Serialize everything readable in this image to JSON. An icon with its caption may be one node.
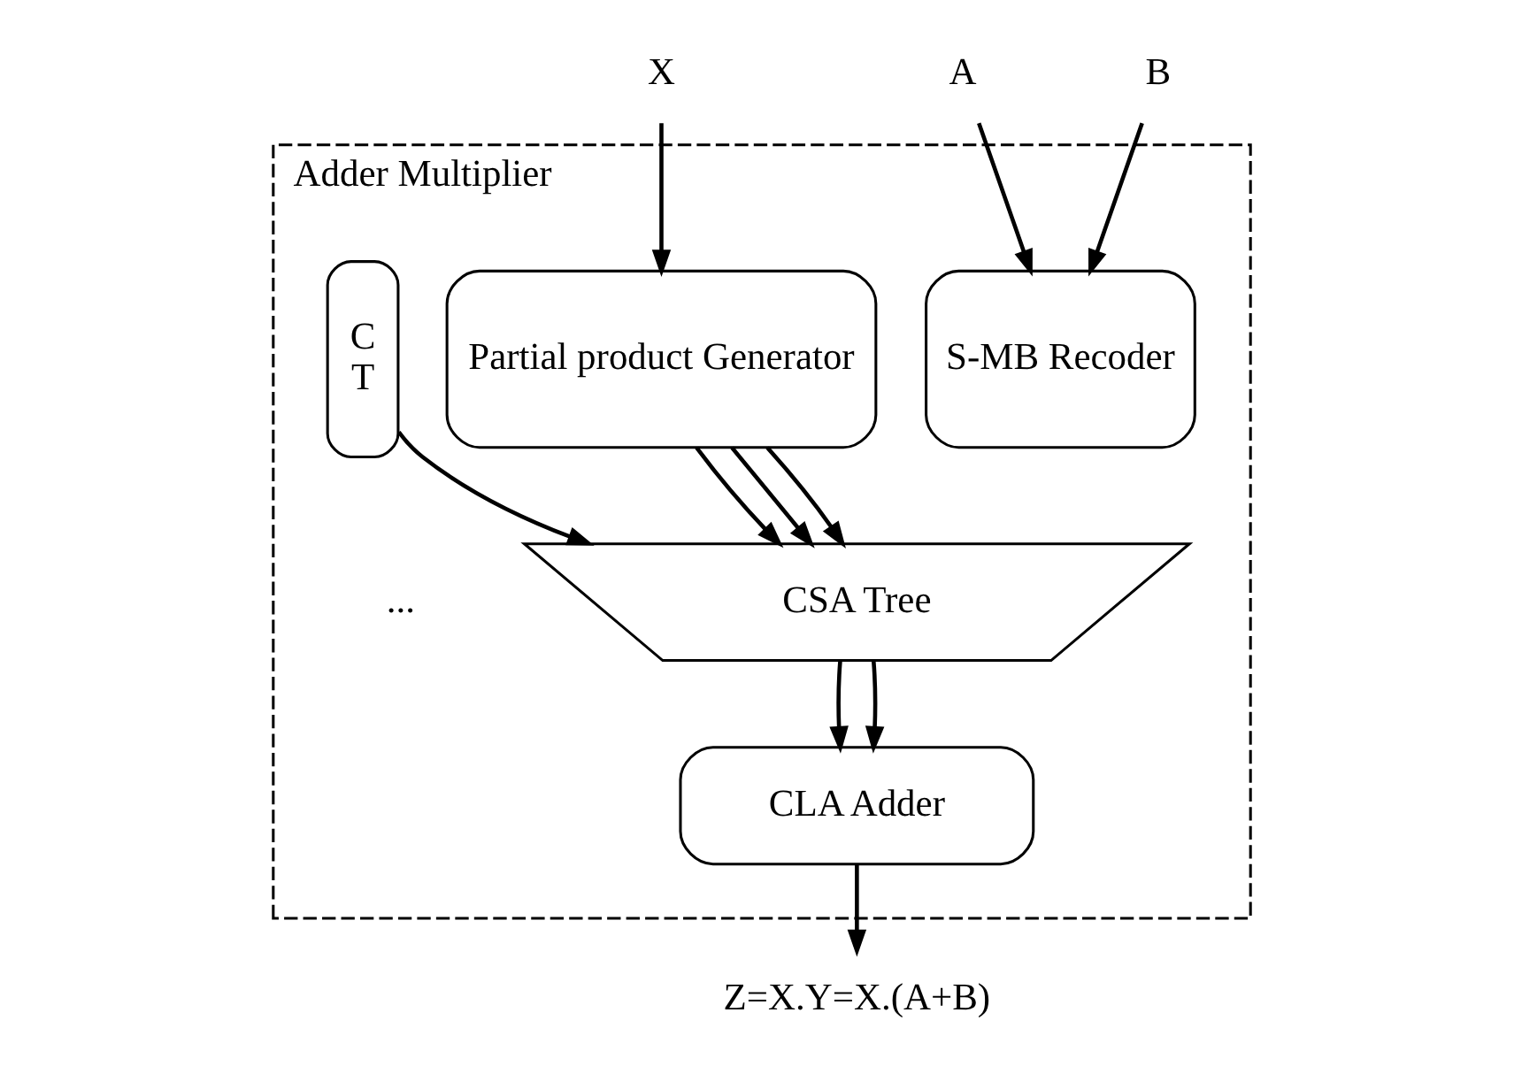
{
  "diagram": {
    "nodes": [
      {
        "text": [
          "Adder Multiplier"
        ]
      },
      {
        "text": [
          "X"
        ]
      },
      {
        "text": [
          "A"
        ]
      },
      {
        "text": [
          "B"
        ]
      },
      {
        "text": [
          "C T"
        ],
        "in": 0
      },
      {
        "text": [
          "Partial product Generator"
        ],
        "in": 0
      },
      {
        "text": [
          "S-MB Recoder"
        ],
        "in": 0
      },
      {
        "text": [
          "CSA Tree"
        ],
        "in": 0
      },
      {
        "text": [
          "CLA Adder"
        ],
        "in": 0
      },
      {
        "text": [
          "Z=X.Y=X.(A+B)"
        ]
      }
    ],
    "edges": [
      {
        "from": 1,
        "to": 5,
        "arrow": "to"
      },
      {
        "from": 2,
        "to": 6,
        "arrow": "to"
      },
      {
        "from": 3,
        "to": 6,
        "arrow": "to"
      },
      {
        "from": 4,
        "to": 7,
        "arrow": "to"
      },
      {
        "from": 5,
        "to": 7,
        "arrow": "to"
      },
      {
        "from": 5,
        "to": 7,
        "arrow": "to"
      },
      {
        "from": 5,
        "to": 7,
        "arrow": "to"
      },
      {
        "from": 7,
        "to": 8,
        "arrow": "to"
      },
      {
        "from": 7,
        "to": 8,
        "arrow": "to"
      },
      {
        "from": 8,
        "to": 9,
        "arrow": "to"
      }
    ],
    "labels": [
      "..."
    ]
  }
}
